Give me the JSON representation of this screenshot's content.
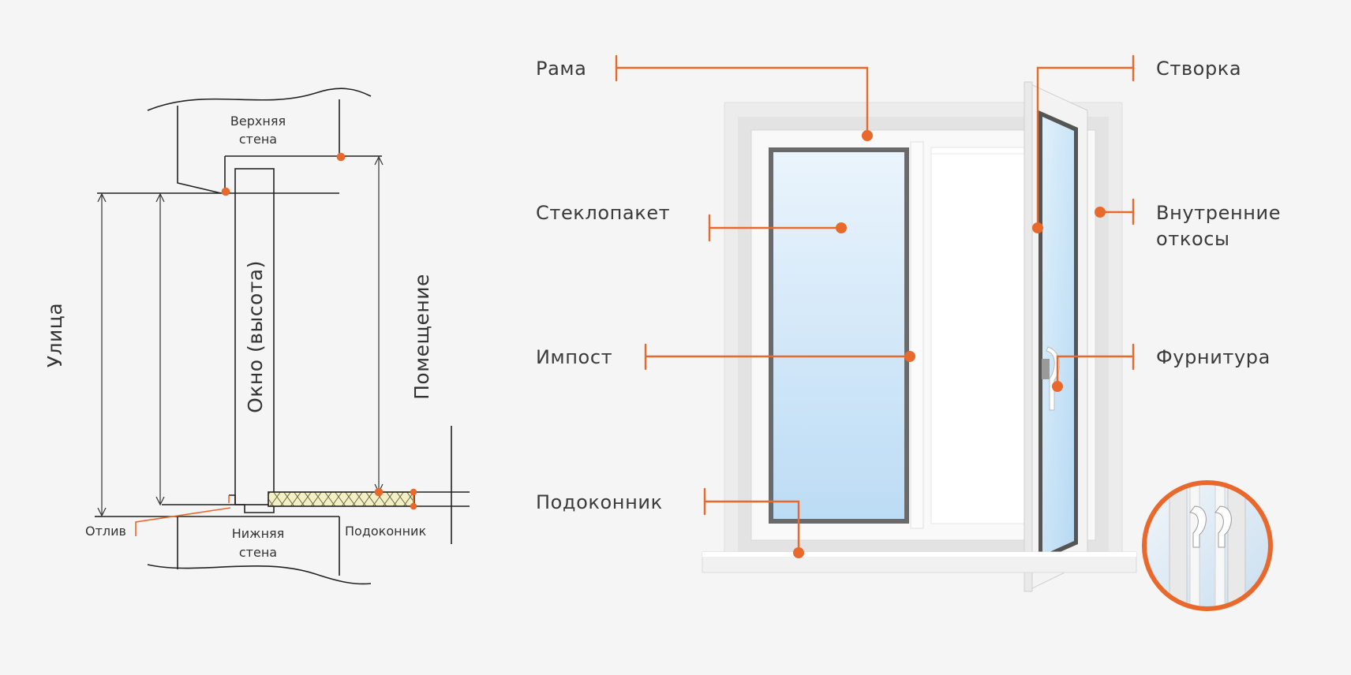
{
  "accent_color": "#e9692c",
  "section_diagram": {
    "top_wall": [
      "Верхняя",
      "стена"
    ],
    "bottom_wall": [
      "Нижняя",
      "стена"
    ],
    "street": "Улица",
    "window_height": "Окно (высота)",
    "room": "Помещение",
    "drip": "Отлив",
    "sill": "Подоконник"
  },
  "window_callouts": {
    "frame": "Рама",
    "glass_unit": "Стеклопакет",
    "mullion": "Импост",
    "sill": "Подоконник",
    "sash": "Створка",
    "inner_slopes": [
      "Внутренние",
      "откосы"
    ],
    "hardware": "Фурнитура"
  },
  "icons": {
    "zoom_detail": "handle-closeup-icon"
  }
}
